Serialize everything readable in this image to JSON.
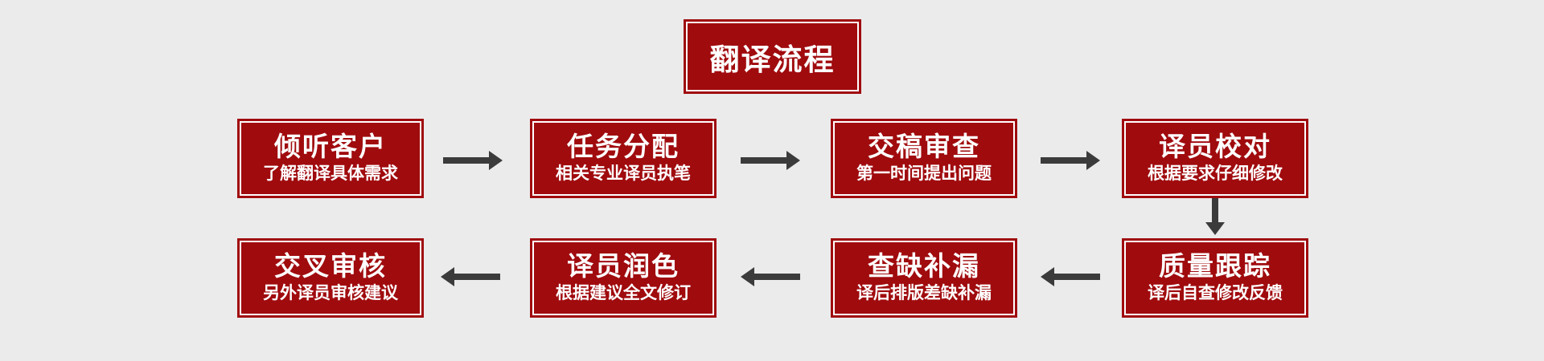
{
  "colors": {
    "background": "#ebebeb",
    "box_fill": "#a00b0e",
    "inner_border": "#ffffff",
    "text": "#ffffff",
    "arrow": "#3b3b3b"
  },
  "header": {
    "title": "翻译流程"
  },
  "steps": {
    "row1": [
      {
        "title": "倾听客户",
        "subtitle": "了解翻译具体需求"
      },
      {
        "title": "任务分配",
        "subtitle": "相关专业译员执笔"
      },
      {
        "title": "交稿审查",
        "subtitle": "第一时间提出问题"
      },
      {
        "title": "译员校对",
        "subtitle": "根据要求仔细修改"
      }
    ],
    "row2": [
      {
        "title": "交叉审核",
        "subtitle": "另外译员审核建议"
      },
      {
        "title": "译员润色",
        "subtitle": "根据建议全文修订"
      },
      {
        "title": "查缺补漏",
        "subtitle": "译后排版差缺补漏"
      },
      {
        "title": "质量跟踪",
        "subtitle": "译后自查修改反馈"
      }
    ]
  },
  "flow_direction": {
    "row1": "left-to-right",
    "row2": "right-to-left",
    "connector_row1_to_row2": "down"
  }
}
